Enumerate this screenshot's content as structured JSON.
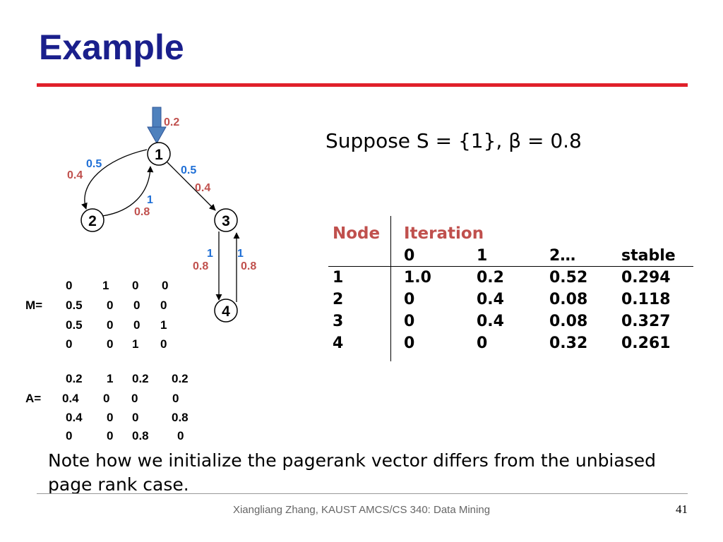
{
  "slide": {
    "title": "Example",
    "suppose": "Suppose S = {1}, β = 0.8",
    "note": "Note how we initialize the pagerank vector differs from the unbiased page rank case.",
    "footer": "Xiangliang Zhang, KAUST AMCS/CS 340: Data Mining",
    "page_number": "41"
  },
  "colors": {
    "title": "#1a1f8c",
    "title_rule": "#e0202a",
    "header_text": "#c0504d",
    "edge_weight_red": "#c0504d",
    "edge_weight_blue": "#1f6fd6",
    "node_fill": "#ffffff",
    "teleport_arrow": "#4f81bd"
  },
  "graph": {
    "nodes": [
      "1",
      "2",
      "3",
      "4"
    ],
    "teleport_weight": "0.2",
    "edges": [
      {
        "from": "1",
        "to": "2",
        "blue": "0.5",
        "red": "0.4"
      },
      {
        "from": "1",
        "to": "3",
        "blue": "0.5",
        "red": "0.4"
      },
      {
        "from": "2",
        "to": "1",
        "blue": "1",
        "red": "0.8"
      },
      {
        "from": "3",
        "to": "4",
        "blue": "1",
        "red": "0.8"
      },
      {
        "from": "4",
        "to": "3",
        "blue": "1",
        "red": "0.8"
      }
    ]
  },
  "matrices": {
    "M": {
      "name": "M=",
      "rows": [
        [
          "0",
          "1",
          "0",
          "0"
        ],
        [
          "0.5",
          "0",
          "0",
          "0"
        ],
        [
          "0.5",
          "0",
          "0",
          "1"
        ],
        [
          "0",
          "0",
          "1",
          "0"
        ]
      ]
    },
    "A": {
      "name": "A=",
      "rows": [
        [
          "0.2",
          "1",
          "0.2",
          "0.2"
        ],
        [
          "0.4",
          "0",
          "0",
          "0"
        ],
        [
          "0.4",
          "0",
          "0",
          "0.8"
        ],
        [
          "0",
          "0",
          "0.8",
          "0"
        ]
      ]
    }
  },
  "table": {
    "header_node": "Node",
    "header_iteration": "Iteration",
    "iterations": [
      "0",
      "1",
      "2…",
      "stable"
    ],
    "rows": [
      {
        "node": "1",
        "values": [
          "1.0",
          "0.2",
          "0.52",
          "0.294"
        ]
      },
      {
        "node": "2",
        "values": [
          "0",
          "0.4",
          "0.08",
          "0.118"
        ]
      },
      {
        "node": "3",
        "values": [
          "0",
          "0.4",
          "0.08",
          "0.327"
        ]
      },
      {
        "node": "4",
        "values": [
          "0",
          "0",
          "0.32",
          "0.261"
        ]
      }
    ]
  }
}
